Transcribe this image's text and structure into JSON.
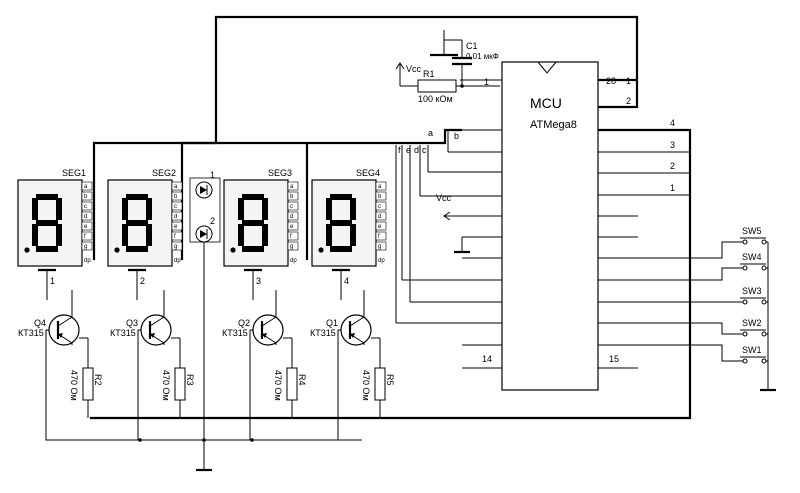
{
  "mcu": {
    "title": "MCU",
    "part": "ATMega8",
    "pin_top_left": "1",
    "pin_top_right": "28",
    "pin_top_right2": "1",
    "pin_right2": "2",
    "pin_bottom_left": "14",
    "pin_bottom_right": "15"
  },
  "port_labels": [
    "4",
    "3",
    "2",
    "1"
  ],
  "vcc_label": "Vcc",
  "r1": {
    "name": "R1",
    "value": "100 кОм"
  },
  "c1": {
    "name": "C1",
    "value": "0,01 мкФ"
  },
  "segments": [
    {
      "name": "SEG1",
      "pin": "1"
    },
    {
      "name": "SEG2",
      "pin": "2"
    },
    {
      "name": "SEG3",
      "pin": "3"
    },
    {
      "name": "SEG4",
      "pin": "4"
    }
  ],
  "seg_pin_letters": [
    "a",
    "b",
    "c",
    "d",
    "e",
    "f",
    "g"
  ],
  "seg_dp": "dp",
  "bus_letters": {
    "a": "a",
    "b": "b",
    "c": "c",
    "d": "d",
    "e": "e",
    "f": "f"
  },
  "transistors": [
    {
      "name": "Q4",
      "type": "КТ315"
    },
    {
      "name": "Q3",
      "type": "КТ315"
    },
    {
      "name": "Q2",
      "type": "КТ315"
    },
    {
      "name": "Q1",
      "type": "КТ315"
    }
  ],
  "resistors": [
    {
      "name": "R2",
      "value": "470 Ом"
    },
    {
      "name": "R3",
      "value": "470 Ом"
    },
    {
      "name": "R4",
      "value": "470 Ом"
    },
    {
      "name": "R5",
      "value": "470 Ом"
    }
  ],
  "leds": [
    {
      "label": "1"
    },
    {
      "label": "2"
    }
  ],
  "switches": [
    "SW5",
    "SW4",
    "SW3",
    "SW2",
    "SW1"
  ]
}
